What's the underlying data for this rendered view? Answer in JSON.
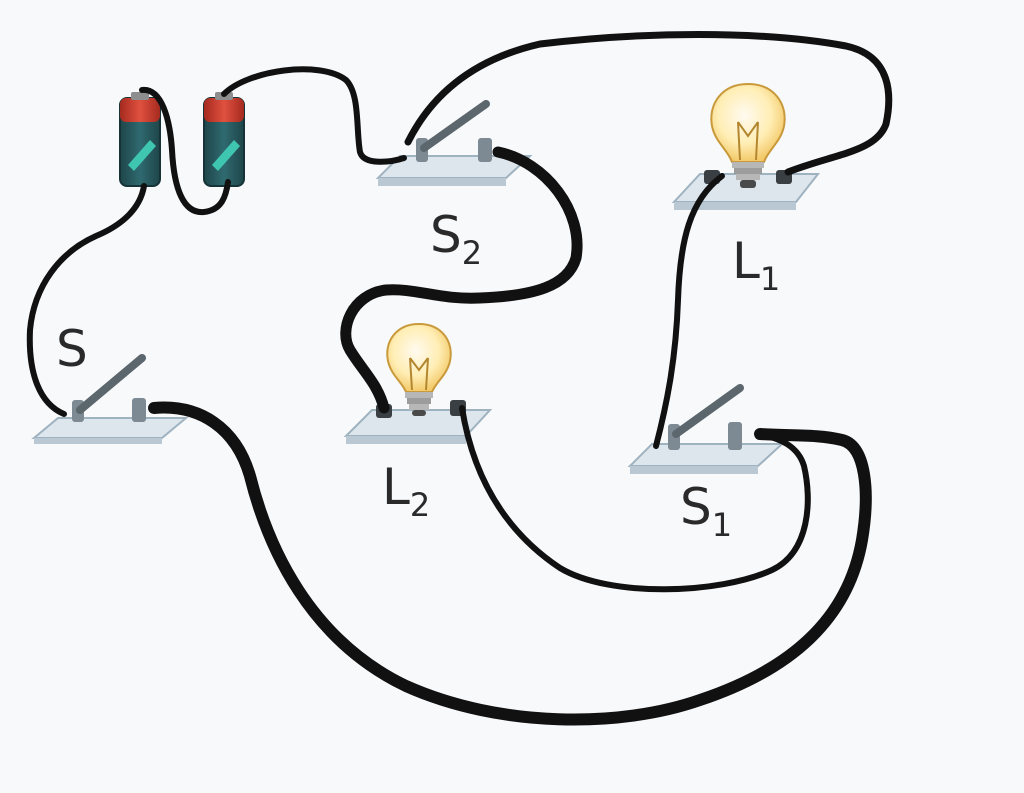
{
  "labels": {
    "switch_s": "S",
    "switch_s1": {
      "main": "S",
      "sub": "1"
    },
    "switch_s2": {
      "main": "S",
      "sub": "2"
    },
    "lamp_l1": {
      "main": "L",
      "sub": "1"
    },
    "lamp_l2": {
      "main": "L",
      "sub": "2"
    }
  },
  "colors": {
    "wire": "#111111",
    "base": "#dde6ec",
    "base_edge": "#9fb2c0",
    "battery_body": "#2a5d62",
    "battery_cap": "#c23a2c",
    "battery_stripe": "#3fc6b1",
    "bulb_glass": "#ffe9a8",
    "bulb_glow": "#fff7d6"
  },
  "icons": {
    "battery": "battery-icon",
    "switch": "knife-switch-icon",
    "lamp": "light-bulb-icon"
  }
}
